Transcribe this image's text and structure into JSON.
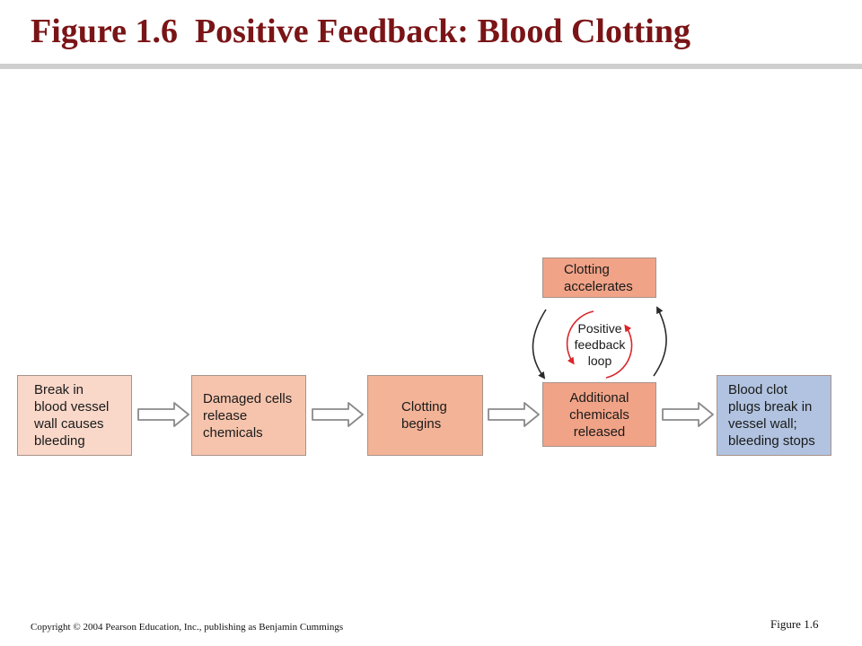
{
  "title": "Figure 1.6  Positive Feedback: Blood Clotting",
  "steps": {
    "break": [
      "Break in",
      "blood vessel",
      "wall causes",
      "bleeding"
    ],
    "damaged": [
      "Damaged cells",
      "release",
      "chemicals"
    ],
    "clotting": [
      "Clotting",
      "begins"
    ],
    "additional": [
      "Additional",
      "chemicals",
      "released"
    ],
    "accelerates": [
      "Clotting",
      "accelerates"
    ],
    "clot": [
      "Blood clot",
      "plugs break in",
      "vessel wall;",
      "bleeding stops"
    ]
  },
  "loop_label": [
    "Positive",
    "feedback",
    "loop"
  ],
  "colors": {
    "title": "#7a1416",
    "box_1": "#f9d8c9",
    "box_2": "#f6c4ad",
    "box_3": "#f3b397",
    "box_4": "#f1a387",
    "box_final": "#b1c3e0",
    "loop_arrow": "#d9262b"
  },
  "caption": "Figure 1.6",
  "copyright": "Copyright © 2004 Pearson Education, Inc., publishing as Benjamin Cummings"
}
